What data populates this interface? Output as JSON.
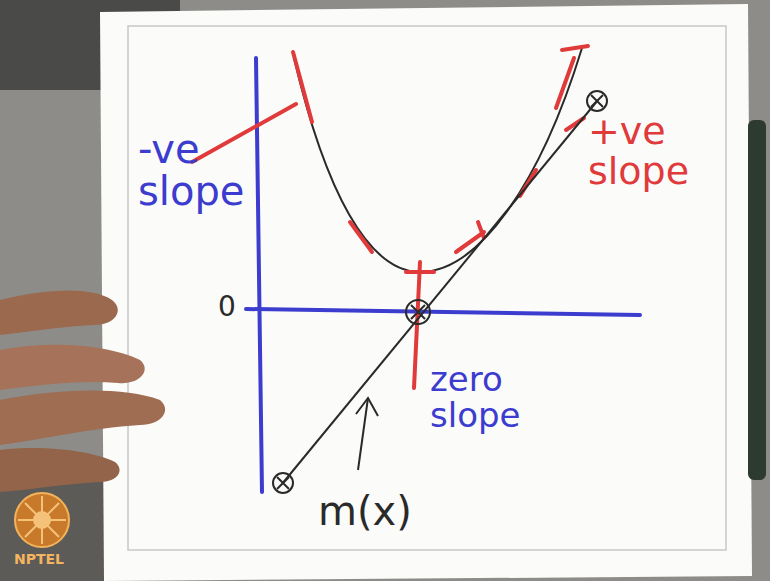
{
  "diagram": {
    "labels": [
      "-ve slope",
      "0",
      "zero slope",
      "+ve slope",
      "m(x)",
      "NPTEL"
    ]
  }
}
